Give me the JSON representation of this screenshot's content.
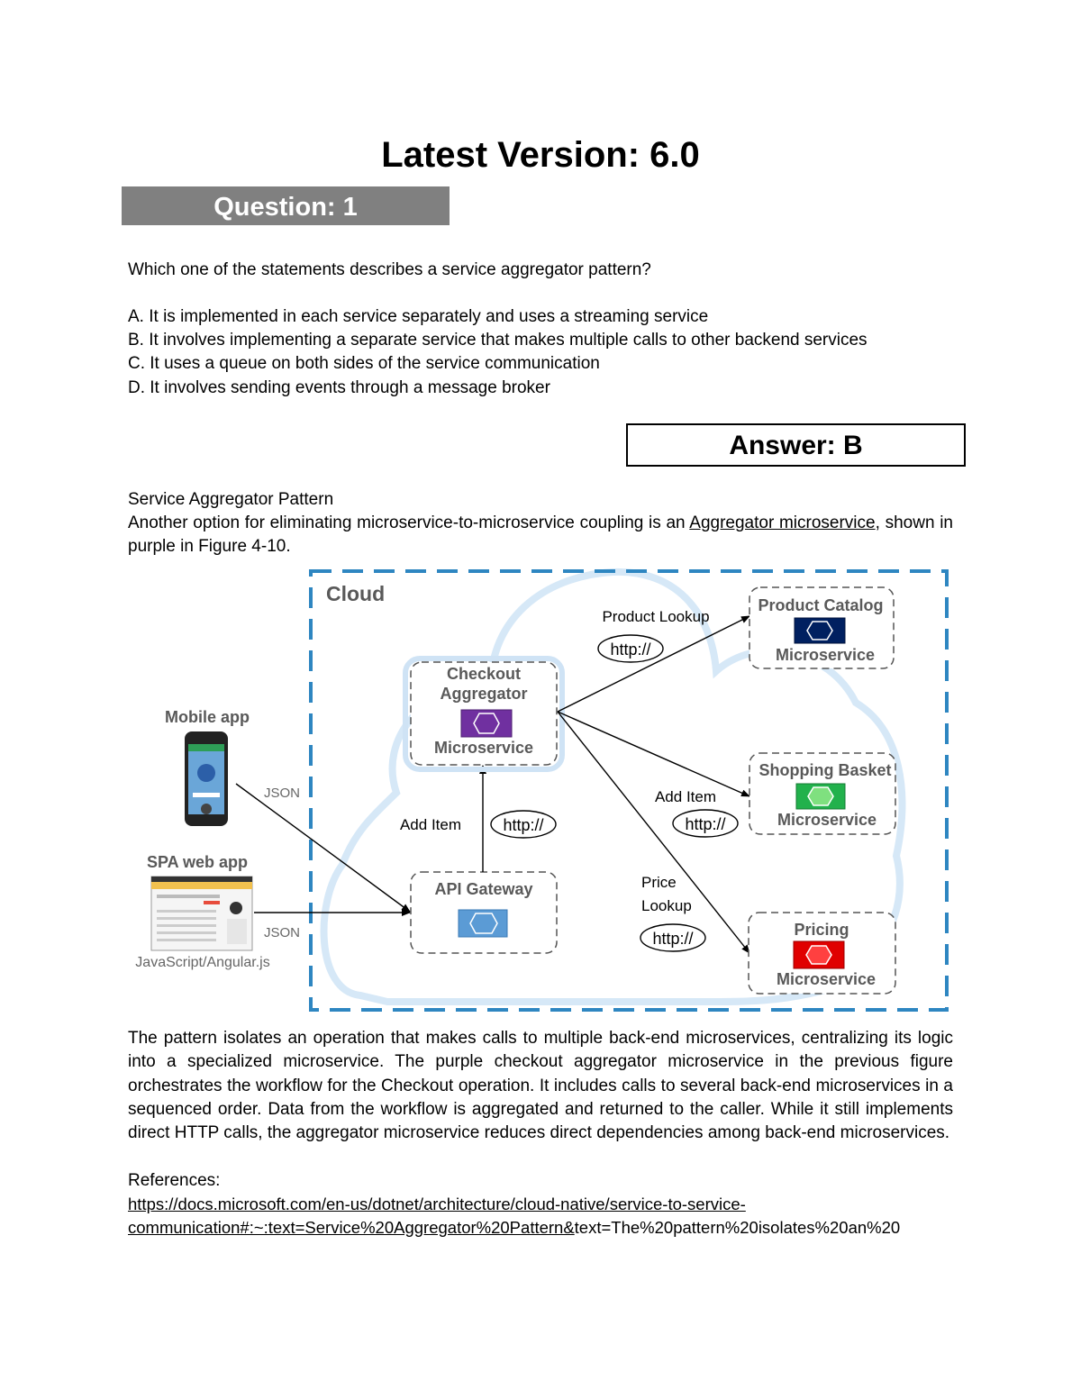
{
  "title": "Latest Version: 6.0",
  "question_label": "Question: 1",
  "question": "Which one of the statements describes a service aggregator pattern?",
  "options": [
    "A. It is implemented in each service separately and uses a streaming service",
    "B. It involves implementing a separate service that makes multiple calls to other backend services",
    "C. It uses a queue on both sides of the service communication",
    "D. It involves sending events through a message broker"
  ],
  "answer": "Answer: B",
  "explanation": {
    "heading": "Service Aggregator Pattern",
    "intro_before": "Another option for eliminating microservice-to-microservice coupling is an ",
    "intro_link": "Aggregator microservice",
    "intro_after": ", shown in purple in Figure 4-10.",
    "body": "The pattern isolates an operation that makes calls to multiple back-end microservices, centralizing its logic into a specialized microservice. The purple checkout aggregator microservice in the previous figure orchestrates the workflow for the Checkout operation. It includes calls to several back-end microservices in a sequenced order. Data from the workflow is aggregated and returned to the caller. While it still implements direct HTTP calls, the aggregator microservice reduces direct dependencies among back-end microservices.",
    "references_label": "References:",
    "ref_line1": "https://docs.microsoft.com/en-us/dotnet/architecture/cloud-native/service-to-service-",
    "ref_line2_link": "communication#:~:text=Service%20Aggregator%20Pattern&",
    "ref_line2_rest": "text=The%20pattern%20isolates%20an%20"
  },
  "diagram": {
    "cloud_label": "Cloud",
    "mobile_label": "Mobile app",
    "spa_label": "SPA web app",
    "spa_sub": "JavaScript/Angular.js",
    "json1": "JSON",
    "json2": "JSON",
    "checkout_title1": "Checkout",
    "checkout_title2": "Aggregator",
    "checkout_sub": "Microservice",
    "gateway_title": "API Gateway",
    "product_title": "Product Catalog",
    "product_sub": "Microservice",
    "basket_title": "Shopping Basket",
    "basket_sub": "Microservice",
    "pricing_title": "Pricing",
    "pricing_sub": "Microservice",
    "product_lookup": "Product Lookup",
    "add_item_left": "Add Item",
    "add_item_right": "Add Item",
    "price_lookup1": "Price",
    "price_lookup2": "Lookup",
    "http": "http://",
    "colors": {
      "checkout": "#7030A0",
      "product": "#002060",
      "basket": "#22B14C",
      "pricing": "#E00000",
      "gateway": "#5B9BD5",
      "cloud_border": "#2E86C1",
      "cloud_shape": "#D6E8F7"
    }
  }
}
